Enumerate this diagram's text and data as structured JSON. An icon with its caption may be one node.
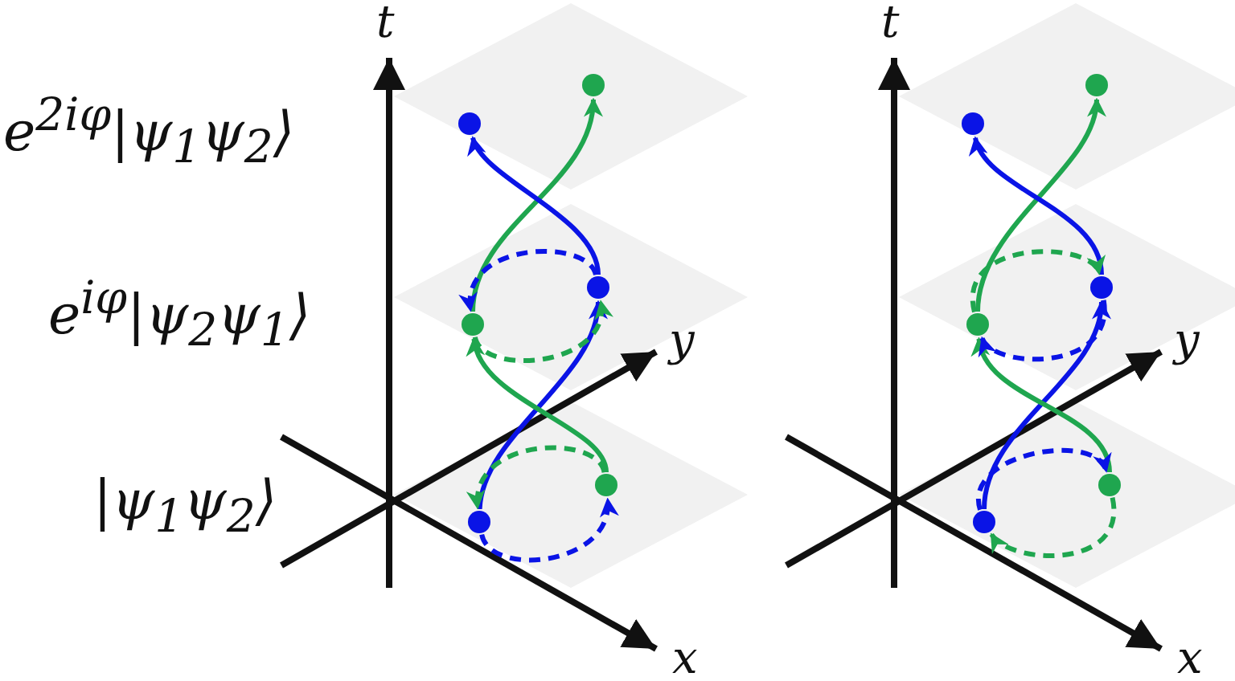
{
  "diagram": {
    "nodes": [
      {
        "text": [],
        "shape": "circle"
      },
      {
        "text": [],
        "shape": "circle"
      },
      {
        "text": [],
        "shape": "circle"
      },
      {
        "text": [],
        "shape": "circle"
      },
      {
        "text": [],
        "shape": "circle"
      },
      {
        "text": [],
        "shape": "circle"
      },
      {
        "text": [],
        "shape": "circle"
      },
      {
        "text": [],
        "shape": "circle"
      },
      {
        "text": [],
        "shape": "circle"
      },
      {
        "text": [],
        "shape": "circle"
      },
      {
        "text": [],
        "shape": "circle"
      },
      {
        "text": [],
        "shape": "circle"
      }
    ],
    "edges": [
      {
        "from": 5,
        "to": 2,
        "arrow": "to",
        "color": "#0a14e6"
      },
      {
        "from": 4,
        "to": 3,
        "arrow": "to",
        "color": "#1fa64f"
      },
      {
        "from": 5,
        "to": 4,
        "arrow": "to",
        "style": "dashed",
        "color": "#0a14e6"
      },
      {
        "from": 4,
        "to": 5,
        "arrow": "to",
        "style": "dashed",
        "color": "#1fa64f"
      },
      {
        "from": 3,
        "to": 0,
        "arrow": "to",
        "color": "#1fa64f"
      },
      {
        "from": 2,
        "to": 1,
        "arrow": "to",
        "color": "#0a14e6"
      },
      {
        "from": 2,
        "to": 3,
        "arrow": "to",
        "style": "dashed",
        "color": "#0a14e6"
      },
      {
        "from": 3,
        "to": 2,
        "arrow": "to",
        "style": "dashed",
        "color": "#1fa64f"
      },
      {
        "from": 11,
        "to": 8,
        "arrow": "to",
        "color": "#0a14e6"
      },
      {
        "from": 10,
        "to": 9,
        "arrow": "to",
        "color": "#1fa64f"
      },
      {
        "from": 11,
        "to": 10,
        "arrow": "to",
        "style": "dashed",
        "color": "#0a14e6"
      },
      {
        "from": 10,
        "to": 11,
        "arrow": "to",
        "style": "dashed",
        "color": "#1fa64f"
      },
      {
        "from": 9,
        "to": 6,
        "arrow": "to",
        "color": "#1fa64f"
      },
      {
        "from": 8,
        "to": 7,
        "arrow": "to",
        "color": "#0a14e6"
      },
      {
        "from": 9,
        "to": 8,
        "arrow": "to",
        "style": "dashed",
        "color": "#1fa64f"
      },
      {
        "from": 8,
        "to": 9,
        "arrow": "to",
        "style": "dashed",
        "color": "#0a14e6"
      }
    ],
    "labels": [
      "e$^{2iφ}$|ψ$_{1}$ψ$_{2}$⟩",
      "t",
      "t",
      "e$^{iφ}$|ψ$_{2}$ψ$_{1}$⟩",
      "y",
      "y",
      "|ψ$_{1}$ψ$_{2}$⟩",
      "x",
      "x"
    ]
  }
}
